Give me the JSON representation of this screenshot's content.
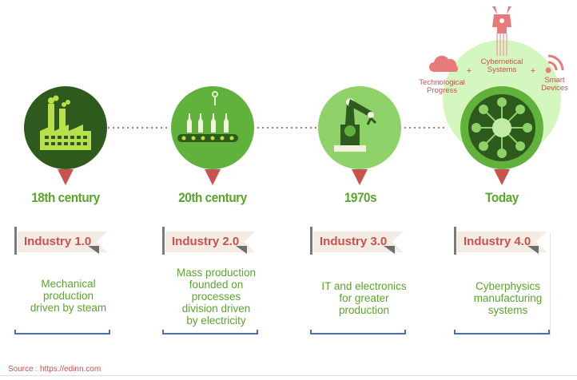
{
  "stages": [
    {
      "era": "18th century",
      "label": "Industry 1.0",
      "description": [
        "Mechanical",
        "production",
        "driven by steam"
      ]
    },
    {
      "era": "20th century",
      "label": "Industry 2.0",
      "description": [
        "Mass production",
        "founded on",
        "processes",
        "division driven",
        "by electricity"
      ]
    },
    {
      "era": "1970s",
      "label": "Industry 3.0",
      "description": [
        "IT and electronics",
        "for greater",
        "production"
      ]
    },
    {
      "era": "Today",
      "label": "Industry 4.0",
      "description": [
        "Cyberphysics",
        "manufacturing",
        "systems"
      ]
    }
  ],
  "industry4": {
    "tech_progress": [
      "Technological",
      "Progress"
    ],
    "cyber_systems": [
      "Cybernetical",
      "Systems"
    ],
    "smart_devices": [
      "Smart",
      "Devices"
    ],
    "plus": "+"
  },
  "source": "Source : https://edinn.com",
  "icons": [
    "factory-icon",
    "bottling-line-icon",
    "robot-arm-icon",
    "network-hub-icon",
    "robot-icon",
    "cloud-icon",
    "wifi-icon"
  ],
  "colors": {
    "dark_green": "#2f5a1e",
    "mid_green": "#61b23d",
    "light_green": "#8fd26a",
    "pale_green": "#d4f6bf",
    "red": "#c9514e",
    "era_green": "#5aa52c",
    "tag_bg": "#f4ece2"
  }
}
